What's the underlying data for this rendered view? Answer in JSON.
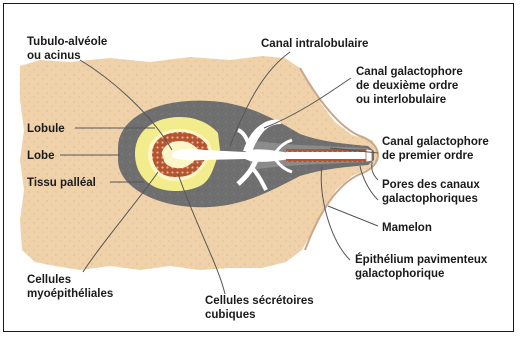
{
  "labels": {
    "tubulo_line1": "Tubulo-alvéole",
    "tubulo_line2": "ou acinus",
    "canal_intralobulaire": "Canal intralobulaire",
    "canal_galacto_2_line1": "Canal galactophore",
    "canal_galacto_2_line2": "de deuxième ordre",
    "canal_galacto_2_line3": "ou interlobulaire",
    "lobule": "Lobule",
    "lobe": "Lobe",
    "tissu_palleal": "Tissu palléal",
    "canal_galacto_1_line1": "Canal galactophore",
    "canal_galacto_1_line2": "de premier ordre",
    "pores_line1": "Pores des canaux",
    "pores_line2": "galactophoriques",
    "mamelon": "Mamelon",
    "epithelium_line1": "Épithélium pavimenteux",
    "epithelium_line2": "galactophorique",
    "cellules_myo_line1": "Cellules",
    "cellules_myo_line2": "myoépithéliales",
    "cellules_secr_line1": "Cellules sécrétoires",
    "cellules_secr_line2": "cubiques"
  },
  "colors": {
    "background_tissue": "#efd2aa",
    "lobe": "#6f6f6f",
    "lobule_yellow": "#f2ec8c",
    "alveole_red": "#b5542e",
    "duct_white": "#ffffff",
    "leader_lines": "#555555"
  }
}
